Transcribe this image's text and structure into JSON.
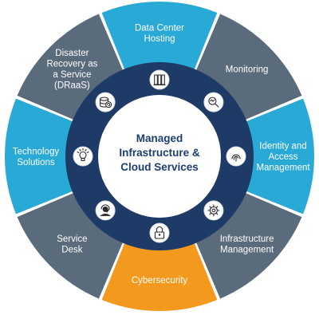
{
  "hub": {
    "title_lines": [
      "Managed",
      "Infrastructure &",
      "Cloud Services"
    ]
  },
  "segments": [
    {
      "id": "data-center-hosting",
      "lines": [
        "Data Center",
        "Hosting"
      ],
      "color": "#29a9d6",
      "icon": "server-rack-icon"
    },
    {
      "id": "monitoring",
      "lines": [
        "Monitoring"
      ],
      "color": "#5a6b7b",
      "icon": "magnifier-icon"
    },
    {
      "id": "identity-access-management",
      "lines": [
        "Identity and",
        "Access",
        "Management"
      ],
      "color": "#29a9d6",
      "icon": "fingerprint-icon"
    },
    {
      "id": "infrastructure-management",
      "lines": [
        "Infrastructure",
        "Management"
      ],
      "color": "#5a6b7b",
      "icon": "gear-icon"
    },
    {
      "id": "cybersecurity",
      "lines": [
        "Cybersecurity"
      ],
      "color": "#f39a1e",
      "icon": "padlock-icon"
    },
    {
      "id": "service-desk",
      "lines": [
        "Service",
        "Desk"
      ],
      "color": "#5a6b7b",
      "icon": "headset-icon"
    },
    {
      "id": "technology-solutions",
      "lines": [
        "Technology",
        "Solutions"
      ],
      "color": "#29a9d6",
      "icon": "lightbulb-icon"
    },
    {
      "id": "disaster-recovery",
      "lines": [
        "Disaster",
        "Recovery as",
        "a Service",
        "(DRaaS)"
      ],
      "color": "#5a6b7b",
      "icon": "database-restore-icon"
    }
  ],
  "colors": {
    "ring_dark": "#1e3a66",
    "hub_text": "#1c3f70",
    "icon_circle": "#ffffff"
  }
}
